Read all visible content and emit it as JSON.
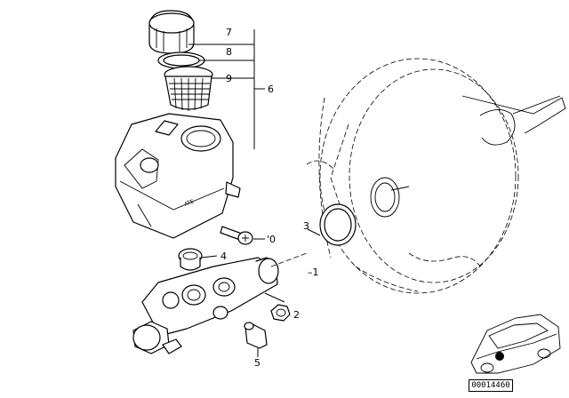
{
  "callouts": {
    "c7": "7",
    "c8a": "8",
    "c9": "9",
    "c6": "6",
    "c3": "3",
    "c0": "'0",
    "c4": "4",
    "c1": "–1",
    "c2": "2",
    "c5": "5"
  },
  "document_id": "00014460"
}
